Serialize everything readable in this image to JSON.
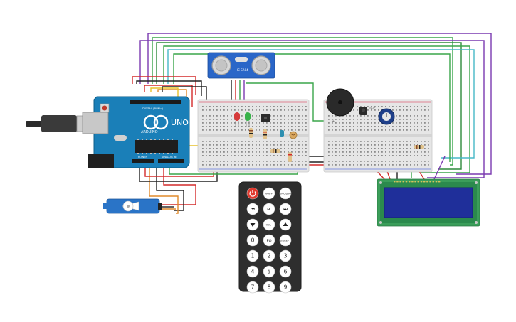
{
  "arduino": {
    "brand": "ARDUINO",
    "model": "UNO",
    "digital_header": "DIGITAL (PWM~)",
    "analog_header": "ANALOG IN",
    "power_header": "POWER"
  },
  "ultrasonic": {
    "label": "HC-SR04"
  },
  "ir_sensor": {
    "label": "TSOP"
  },
  "remote": {
    "buttons": [
      "",
      "VOL+",
      "FUNC/STOP",
      "",
      "",
      "",
      "",
      "VOL-",
      "",
      "0",
      "EQ",
      "ST/REPT",
      "1",
      "2",
      "3",
      "4",
      "5",
      "6",
      "7",
      "8",
      "9"
    ]
  },
  "colors": {
    "arduino_blue": "#1a7fb8",
    "wire_red": "#d42a2a",
    "wire_black": "#222222",
    "wire_green": "#3aa64a",
    "wire_purple": "#7a3ab0",
    "wire_cyan": "#48b8c8",
    "wire_yellow": "#e8c22a",
    "wire_orange": "#e08a2a",
    "lcd_pcb": "#3b9e5a",
    "lcd_screen": "#1f2f9a"
  }
}
